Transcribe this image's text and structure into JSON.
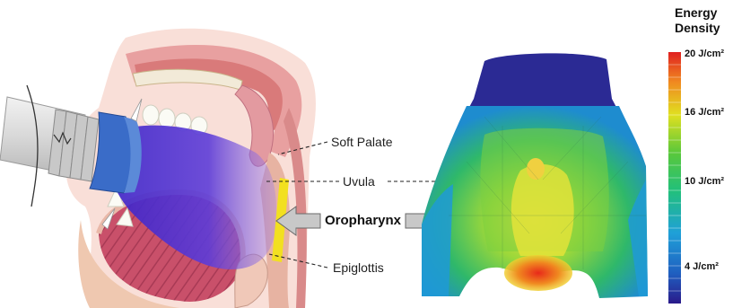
{
  "labels": {
    "soft_palate": "Soft Palate",
    "uvula": "Uvula",
    "oropharynx": "Oropharynx",
    "epiglottis": "Epiglottis"
  },
  "legend": {
    "title_line1": "Energy",
    "title_line2": "Density",
    "ticks": [
      "20 J/cm²",
      "16 J/cm²",
      "10 J/cm²",
      "4 J/cm²"
    ]
  },
  "colors": {
    "purple_light": "#5b3bd6",
    "arrow": "#c8c8c8",
    "highlight": "#f2e020"
  }
}
